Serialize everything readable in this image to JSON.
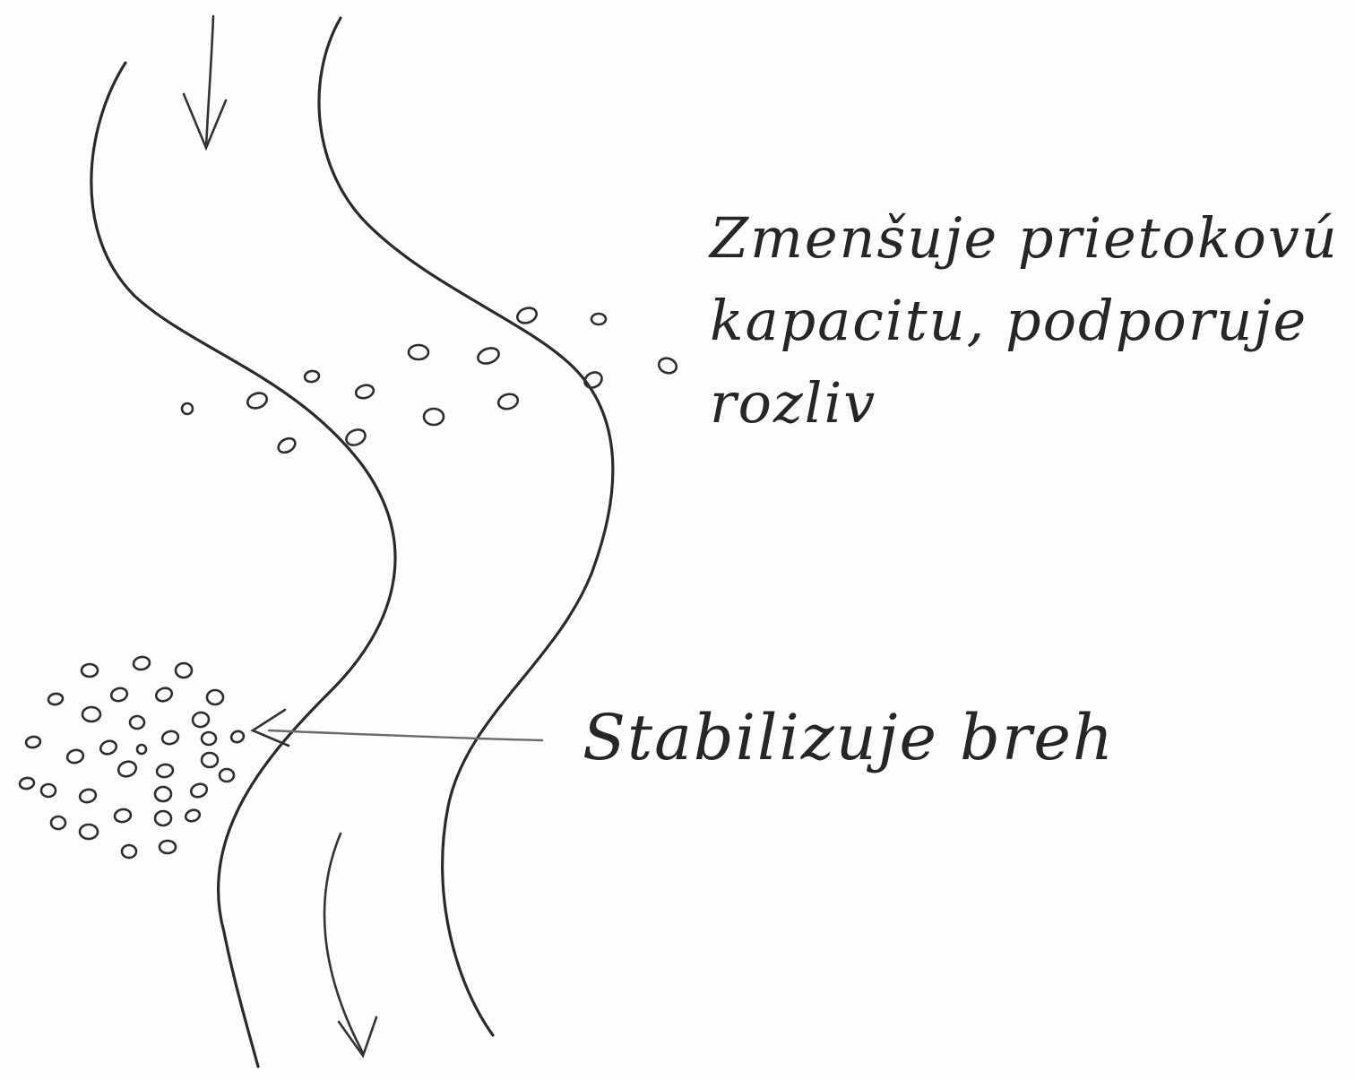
{
  "diagram": {
    "annotations": {
      "inflow_note": {
        "lines": [
          "Zmenšuje prietokovú",
          "kapacitu, podporuje",
          "rozliv"
        ]
      },
      "bank_note": "Stabilizuje breh"
    },
    "colors": {
      "paper": "#fdfdfb",
      "ink": "#2a2a2a",
      "leader": "#6a6a6a"
    },
    "icons": [
      "flow-in-arrow-icon",
      "flow-out-arrow-icon",
      "pointer-arrow-icon"
    ]
  }
}
